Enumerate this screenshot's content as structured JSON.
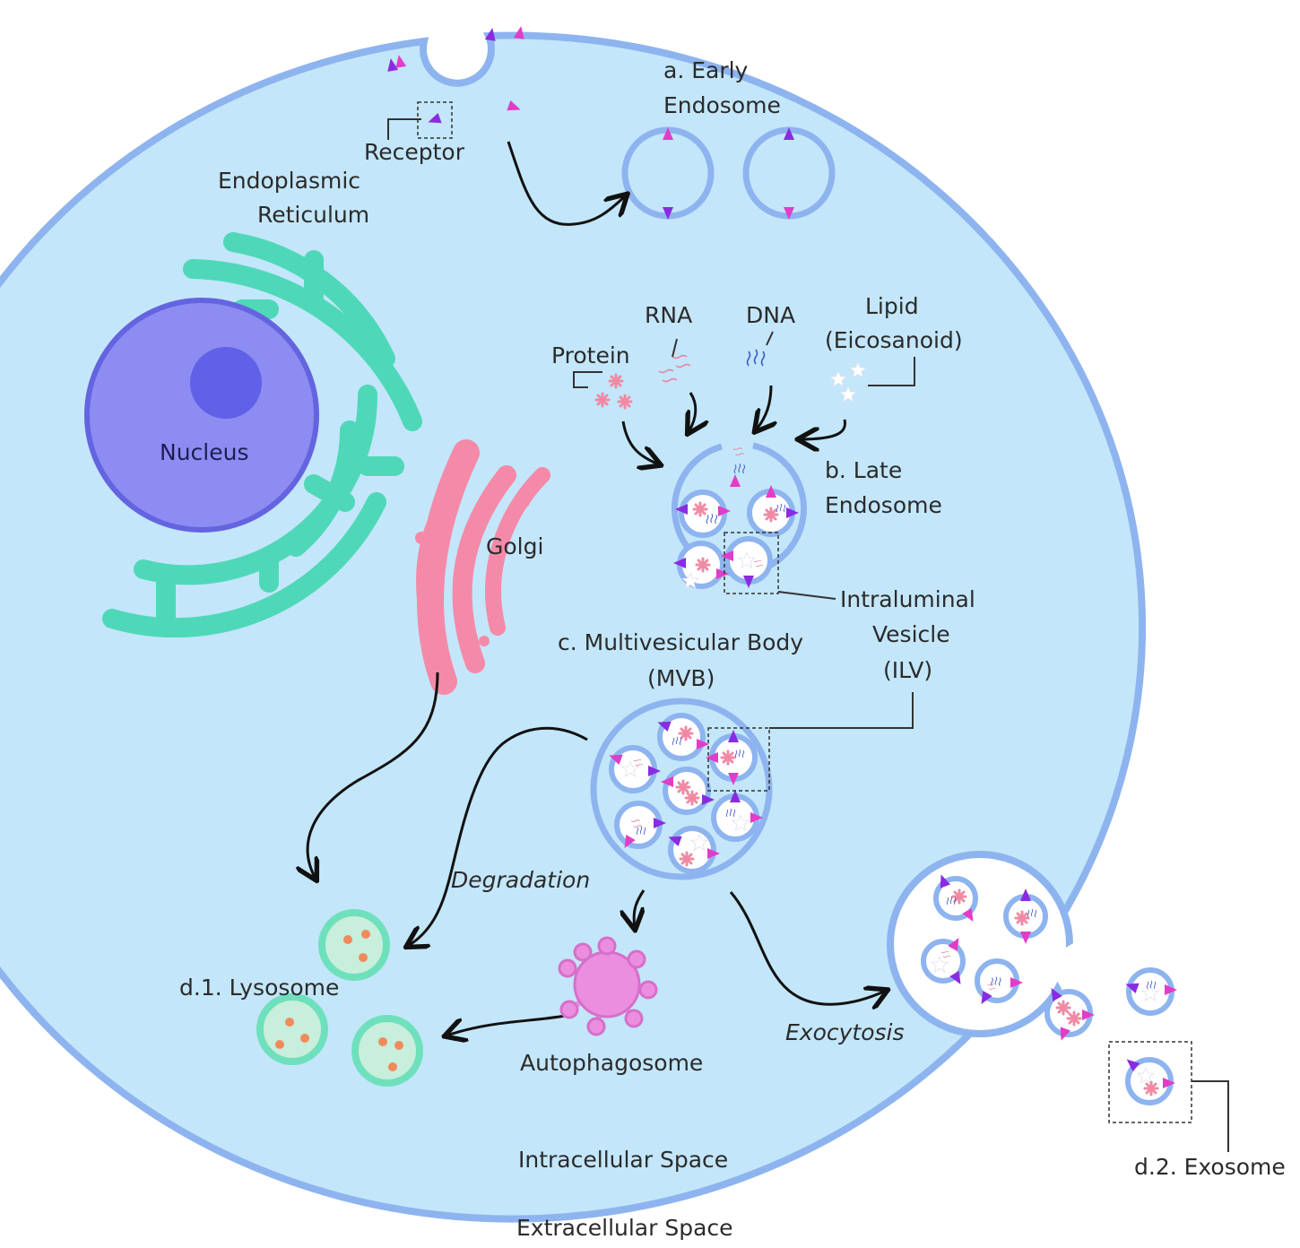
{
  "labels": {
    "early_endosome_1": "a. Early",
    "early_endosome_2": "Endosome",
    "receptor": "Receptor",
    "er_1": "Endoplasmic",
    "er_2": "Reticulum",
    "nucleus": "Nucleus",
    "golgi": "Golgi",
    "rna": "RNA",
    "dna": "DNA",
    "protein": "Protein",
    "lipid_1": "Lipid",
    "lipid_2": "(Eicosanoid)",
    "late_endosome_1": "b. Late",
    "late_endosome_2": "Endosome",
    "ilv_1": "Intraluminal",
    "ilv_2": "Vesicle",
    "ilv_3": "(ILV)",
    "mvb_1": "c. Multivesicular Body",
    "mvb_2": "(MVB)",
    "degradation": "Degradation",
    "lysosome": "d.1. Lysosome",
    "autophagosome": "Autophagosome",
    "exocytosis": "Exocytosis",
    "exosome": "d.2. Exosome",
    "intracellular": "Intracellular Space",
    "extracellular": "Extracellular Space"
  },
  "colors": {
    "cytoplasm": "#c3e6fa",
    "membrane": "#8eb4ef",
    "nucleus_outer": "#8c8cf2",
    "nucleus_inner": "#6060e8",
    "er": "#4fd8b8",
    "golgi": "#f48aa8",
    "lysosome_fill": "#c8eedc",
    "lysosome_ring": "#6fe0bc",
    "lysosome_dot": "#f08a5a",
    "autophagosome": "#ec8ee0",
    "receptor_magenta": "#e23cc8",
    "receptor_purple": "#8a2be2",
    "protein_pink": "#f08aa4",
    "dna_blue": "#3a55c8"
  }
}
